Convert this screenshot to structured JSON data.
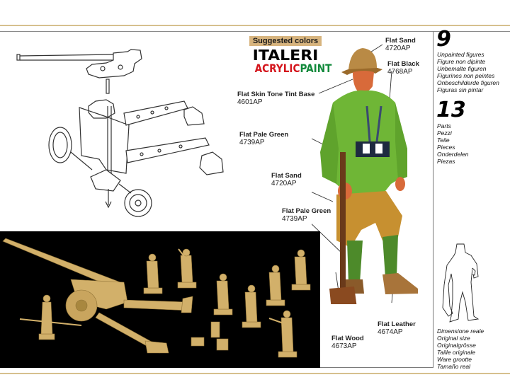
{
  "header": {
    "suggested_colors_label": "Suggested colors",
    "brand": "ITALERI",
    "paint_line_red": "ACRYLIC",
    "paint_line_green": "PAINT"
  },
  "colors": {
    "rule_tan": "#d6c08e",
    "suggested_bg": "#d7b47e",
    "acrylic_red": "#d4151c",
    "paint_green": "#128a3c",
    "photo_bg": "#000000",
    "border_gray": "#7a7a7a"
  },
  "callouts": [
    {
      "name": "Flat Sand",
      "code": "4720AP"
    },
    {
      "name": "Flat Black",
      "code": "4768AP"
    },
    {
      "name": "Flat Skin Tone Tint Base",
      "code": "4601AP"
    },
    {
      "name": "Flat Pale Green",
      "code": "4739AP"
    },
    {
      "name": "Flat Sand",
      "code": "4720AP"
    },
    {
      "name": "Flat Pale Green",
      "code": "4739AP"
    },
    {
      "name": "Flat Leather",
      "code": "4674AP"
    },
    {
      "name": "Flat Wood",
      "code": "4673AP"
    }
  ],
  "sidebar": {
    "figures_count": "9",
    "figures_labels": [
      "Unpainted figures",
      "Figure non dipinte",
      "Unbemalte figuren",
      "Figurines non peintes",
      "Onbeschilderde figuren",
      "Figuras sin pintar"
    ],
    "parts_count": "13",
    "parts_labels": [
      "Parts",
      "Pezzi",
      "Teile",
      "Pieces",
      "Onderdelen",
      "Piezas"
    ],
    "size_labels": [
      "Dimensione reale",
      "Original size",
      "Originalgrösse",
      "Taille originale",
      "Ware grootte",
      "Tamaño real"
    ]
  }
}
